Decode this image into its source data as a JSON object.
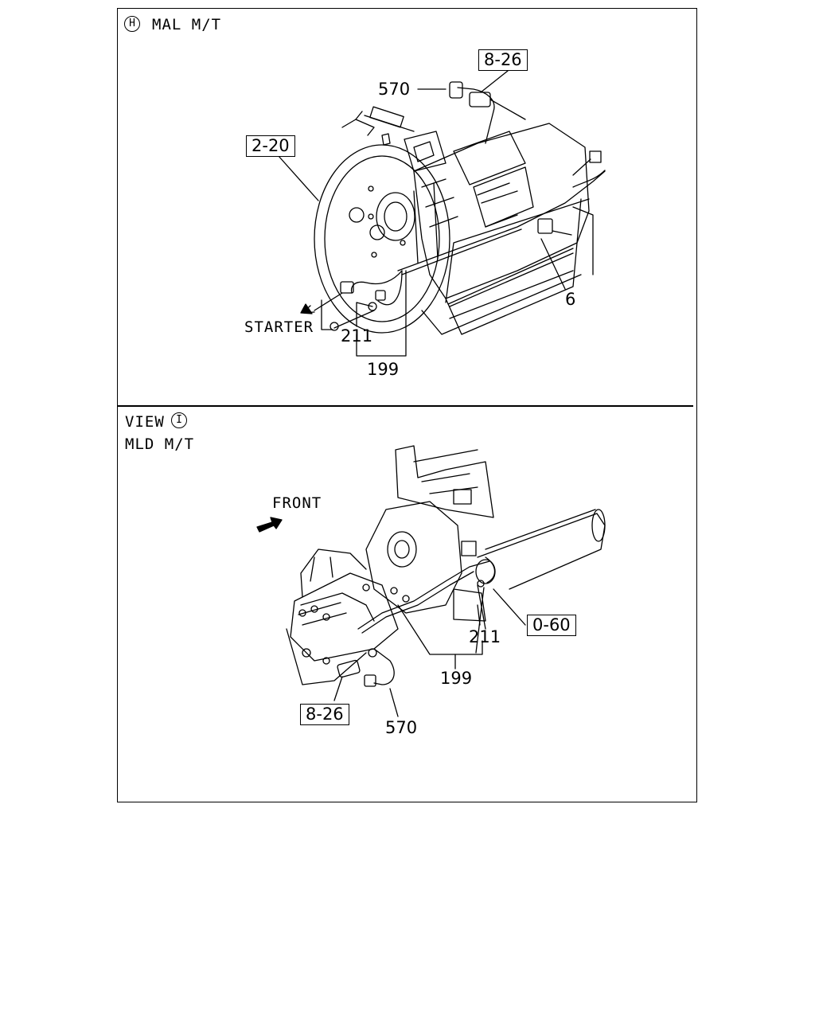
{
  "section_h": {
    "marker": "H",
    "title": "MAL M/T"
  },
  "section_i": {
    "view_label": "VIEW",
    "marker": "I",
    "title": "MLD M/T"
  },
  "labels_top": {
    "ref_8_26": "8-26",
    "ref_2_20": "2-20",
    "part_570": "570",
    "part_6": "6",
    "part_211": "211",
    "part_199": "199",
    "starter": "STARTER"
  },
  "labels_bottom": {
    "front": "FRONT",
    "ref_0_60": "0-60",
    "ref_8_26": "8-26",
    "part_211": "211",
    "part_199": "199",
    "part_570": "570"
  }
}
